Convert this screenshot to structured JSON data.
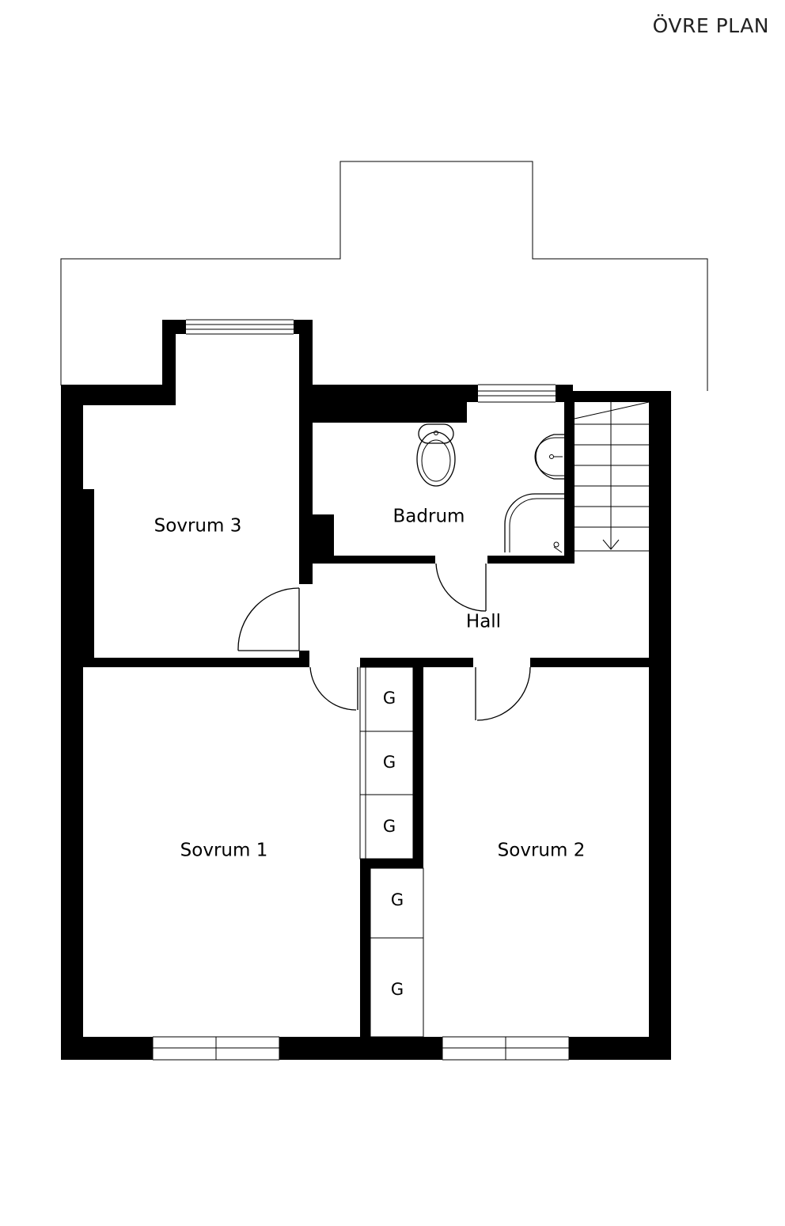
{
  "plan_title": "ÖVRE PLAN",
  "rooms": {
    "sovrum3": "Sovrum 3",
    "badrum": "Badrum",
    "hall": "Hall",
    "sovrum1": "Sovrum 1",
    "sovrum2": "Sovrum 2"
  },
  "closets": [
    "G",
    "G",
    "G",
    "G",
    "G"
  ]
}
